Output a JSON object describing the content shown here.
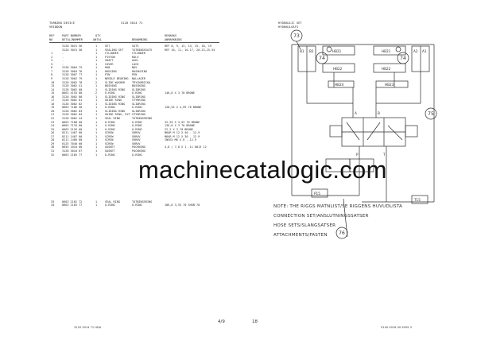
{
  "left_header": {
    "title": "TURNING DEVICE",
    "subtitle": "VRIDDON",
    "number": "3120 3014 71"
  },
  "right_header": {
    "title": "HYDRAULIC SET",
    "subtitle": "HYDRAULSATS"
  },
  "table": {
    "headers": {
      "ref": [
        "REF",
        "NO"
      ],
      "part": [
        "PART NUMBER",
        "DETALJNUMMER"
      ],
      "qty": [
        "QTY",
        "ANTAL"
      ],
      "desc": [
        "BENAMNING",
        ""
      ],
      "remarks": [
        "REMARKS",
        "ANMARKNING"
      ]
    },
    "rows": [
      [
        "",
        "3128 3015 56",
        "1",
        "SET",
        "SATS",
        "REF 8, 9, 13, 14, 15, 18, 19"
      ],
      [
        "",
        "3120 3015 58",
        "1",
        "SEALING SET",
        "TATNINGSSATS",
        "REF 10, 11, 16-17, 20-23,25-34"
      ],
      [
        "1",
        "-",
        "1",
        "CYLINDER",
        "CYLINDER",
        ""
      ],
      [
        "2",
        "-",
        "1",
        "PISTON",
        "KOLV",
        ""
      ],
      [
        "3",
        "-",
        "1",
        "SHAFT",
        "AXEL",
        ""
      ],
      [
        "5",
        "-",
        "1",
        "COVER",
        "LOCK",
        ""
      ],
      [
        "6",
        "3128 3004 75",
        "1",
        "HUB",
        "NAV",
        ""
      ],
      [
        "7",
        "3128 3004 76",
        "1",
        "HOUSING",
        "HUSHUSING",
        ""
      ],
      [
        "8",
        "3128 3007 77",
        "1",
        "PIN",
        "PEN",
        ""
      ],
      [
        "9",
        "3128 3002 79",
        "1",
        "NEEDLE BEARING",
        "NALLAGER",
        ""
      ],
      [
        "10",
        "3128 3002 78",
        "2",
        "SLIDE WASHER",
        "TRYCKBRICKA",
        ""
      ],
      [
        "13",
        "3128 3002 41",
        "1",
        "BUSHING",
        "BUSSNING",
        ""
      ],
      [
        "14",
        "3128 3002 00",
        "1",
        "SLIDING RING",
        "GLIDRING",
        ""
      ],
      [
        "15",
        "0663 4155 00",
        "2",
        "O-RING",
        "O-RING",
        "146,8 X 3 70 BRONE"
      ],
      [
        "16",
        "3128 3002 80",
        "1",
        "SLIDING RING",
        "GLIDRING",
        ""
      ],
      [
        "17",
        "3128 3002 81",
        "1",
        "GUIDE RING",
        "STYRRING",
        ""
      ],
      [
        "18",
        "3128 3002 82",
        "1",
        "SLIDING RING",
        "GLIDRING",
        ""
      ],
      [
        "19",
        "0663 7186 50",
        "1",
        "O-RING",
        "O-RING",
        "128,54 X 4,99 70 BRONE"
      ],
      [
        "20",
        "3128 3002 83",
        "1",
        "SLIDING RING",
        "GLIDRING",
        ""
      ],
      [
        "21",
        "3128 3002 84",
        "1",
        "GUIDE RING, EXT",
        "STYRRING",
        ""
      ],
      [
        "22",
        "3128 3002 44",
        "1",
        "SEAL RING",
        "TATNINGSRING",
        ""
      ],
      [
        "23",
        "0663 7188 00",
        "1",
        "O-RING",
        "O-RING",
        "32,93 X 3,53 70 BRONE"
      ],
      [
        "24",
        "0663 7176 00",
        "1",
        "O-RING",
        "O-RING",
        "136,8 X 3 70 BRONE"
      ],
      [
        "25",
        "0663 2126 00",
        "1",
        "O-RING",
        "O-RING",
        "22,2 X 3 70 BRONE"
      ],
      [
        "26",
        "0211 1407 00",
        "1",
        "SCREW",
        "SKRUV",
        "M6AR M 12 X 40 - 12.9"
      ],
      [
        "27",
        "0211 1407 00",
        "1",
        "SCREW",
        "SKRUV",
        "M6AR M 12 X 30 - 12.9"
      ],
      [
        "28",
        "0211 1406 00",
        "1",
        "SCREW",
        "SKRUV",
        "INSEX M6 X 8 - 12.9"
      ],
      [
        "29",
        "0125 7040 00",
        "1",
        "SCREW",
        "SKRUV",
        ""
      ],
      [
        "30",
        "0655 1010 00",
        "1",
        "GASKET",
        "PACKNING",
        "4,8 / 7,8 X 1 -11 0013 12"
      ],
      [
        "31",
        "3128 3010 67",
        "1",
        "GASKET",
        "PACKNING",
        ""
      ],
      [
        "32",
        "0663 2105 77",
        "1",
        "O-RING",
        "O-RING",
        ""
      ],
      [
        "",
        "",
        "",
        "",
        "",
        ""
      ],
      [
        "",
        "",
        "",
        "",
        "",
        ""
      ],
      [
        "",
        "",
        "",
        "",
        "",
        ""
      ],
      [
        "",
        "",
        "",
        "",
        "",
        ""
      ],
      [
        "",
        "",
        "",
        "",
        "",
        ""
      ],
      [
        "",
        "",
        "",
        "",
        "",
        ""
      ],
      [
        "",
        "",
        "",
        "",
        "",
        ""
      ],
      [
        "",
        "",
        "",
        "",
        "",
        ""
      ],
      [
        "",
        "",
        "",
        "",
        "",
        ""
      ],
      [
        "",
        "",
        "",
        "",
        "",
        ""
      ],
      [
        "",
        "",
        "",
        "",
        "",
        ""
      ],
      [
        "",
        "",
        "",
        "",
        "",
        ""
      ],
      [
        "33",
        "0663 2102 72",
        "1",
        "SEAL RING",
        "TATNINGSRING",
        ""
      ],
      [
        "34",
        "0663 2103 77",
        "1",
        "O-RING",
        "O-RING",
        "186,8 3,53 70 SH5B 70"
      ]
    ]
  },
  "watermark": "machinecatalogic.com",
  "schematic": {
    "callouts": [
      "73",
      "74",
      "74",
      "75",
      "76"
    ],
    "ports": [
      "B1",
      "B2",
      "A1",
      "A2",
      "HB21",
      "HB22",
      "HB23",
      "HB24",
      "HB22",
      "HB21",
      "P15",
      "T15",
      "A",
      "B",
      "P",
      "T"
    ]
  },
  "note": {
    "line1": "NOTE: THE RIGGS MATNLIST/SE RIGGENS HUVUDLISTA",
    "line2": "CONNECTION SET/ANSLUTNINGSSATSER",
    "line3": "HOSE SETS/SLANGSATSER",
    "line4": "ATTACHMENTS/FASTEN"
  },
  "footer": {
    "left_code": "3120 3014 71 HDA",
    "page": "4/9",
    "page2": "18",
    "right_code": "9140 0016 00 9059 3"
  }
}
